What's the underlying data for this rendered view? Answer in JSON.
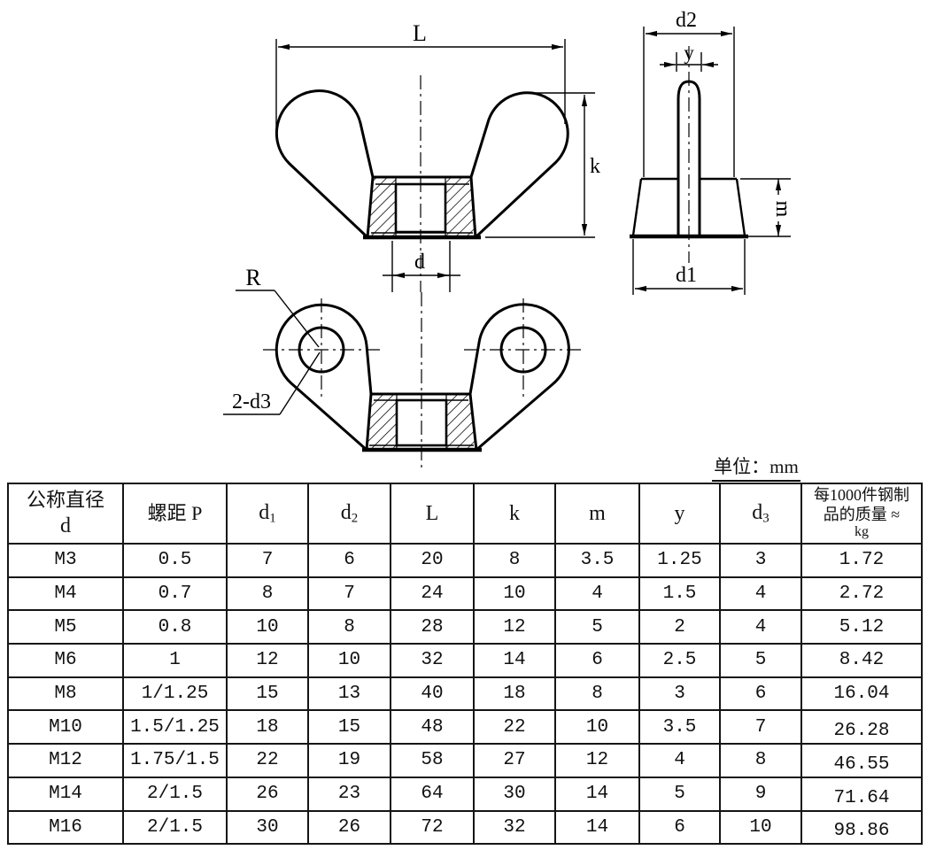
{
  "unit_note": "单位：mm",
  "drawing": {
    "front": {
      "L": "L",
      "k": "k",
      "d": "d"
    },
    "side": {
      "d2": "d2",
      "y": "y",
      "m": "m",
      "d1": "d1"
    },
    "top": {
      "R": "R",
      "holes": "2-d3"
    }
  },
  "table": {
    "column_keys": [
      "d",
      "P",
      "d1",
      "d2",
      "L",
      "k",
      "m",
      "y",
      "d3",
      "mass"
    ],
    "headers": [
      [
        "公称直径",
        "d"
      ],
      [
        "螺距 P"
      ],
      [
        "d1"
      ],
      [
        "d2"
      ],
      [
        "L"
      ],
      [
        "k"
      ],
      [
        "m"
      ],
      [
        "y"
      ],
      [
        "d3"
      ],
      [
        "每1000件钢制",
        "品的质量 ≈",
        "kg"
      ]
    ],
    "rows": [
      [
        "M3",
        "0.5",
        "7",
        "6",
        "20",
        "8",
        "3.5",
        "1.25",
        "3",
        "1.72"
      ],
      [
        "M4",
        "0.7",
        "8",
        "7",
        "24",
        "10",
        "4",
        "1.5",
        "4",
        "2.72"
      ],
      [
        "M5",
        "0.8",
        "10",
        "8",
        "28",
        "12",
        "5",
        "2",
        "4",
        "5.12"
      ],
      [
        "M6",
        "1",
        "12",
        "10",
        "32",
        "14",
        "6",
        "2.5",
        "5",
        "8.42"
      ],
      [
        "M8",
        "1/1.25",
        "15",
        "13",
        "40",
        "18",
        "8",
        "3",
        "6",
        "16.04"
      ],
      [
        "M10",
        "1.5/1.25",
        "18",
        "15",
        "48",
        "22",
        "10",
        "3.5",
        "7",
        "26.28"
      ],
      [
        "M12",
        "1.75/1.5",
        "22",
        "19",
        "58",
        "27",
        "12",
        "4",
        "8",
        "46.55"
      ],
      [
        "M14",
        "2/1.5",
        "26",
        "23",
        "64",
        "30",
        "14",
        "5",
        "9",
        "71.64"
      ],
      [
        "M16",
        "2/1.5",
        "30",
        "26",
        "72",
        "32",
        "14",
        "6",
        "10",
        "98.86"
      ]
    ]
  }
}
